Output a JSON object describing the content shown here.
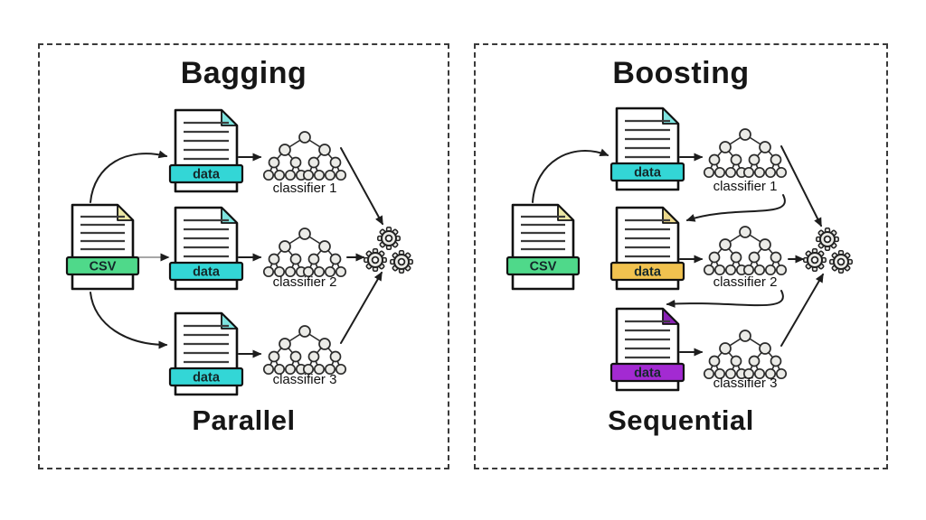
{
  "diagram": {
    "background": "#ffffff",
    "border_color": "#3a3a3a",
    "arrow_color": "#1d1d1d",
    "tree_node_fill": "#ebebe7",
    "gear_fill": "#ebebe7",
    "panels": [
      {
        "title": "Bagging",
        "footer": "Parallel",
        "csv": {
          "label": "CSV",
          "banner_color": "#4fd98a",
          "corner_color": "#ece7a5"
        },
        "data_files": [
          {
            "label": "data",
            "banner_color": "#33d6d6",
            "corner_color": "#7ee4e0"
          },
          {
            "label": "data",
            "banner_color": "#33d6d6",
            "corner_color": "#7ee4e0"
          },
          {
            "label": "data",
            "banner_color": "#33d6d6",
            "corner_color": "#7ee4e0"
          }
        ],
        "classifiers": [
          "classifier 1",
          "classifier 2",
          "classifier 3"
        ]
      },
      {
        "title": "Boosting",
        "footer": "Sequential",
        "csv": {
          "label": "CSV",
          "banner_color": "#4fd98a",
          "corner_color": "#ece7a5"
        },
        "data_files": [
          {
            "label": "data",
            "banner_color": "#33d6d6",
            "corner_color": "#7ee4e0"
          },
          {
            "label": "data",
            "banner_color": "#f1c24f",
            "corner_color": "#ecd98c"
          },
          {
            "label": "data",
            "banner_color": "#a32ad2",
            "corner_color": "#8a22b5"
          }
        ],
        "classifiers": [
          "classifier 1",
          "classifier 2",
          "classifier 3"
        ]
      }
    ]
  }
}
